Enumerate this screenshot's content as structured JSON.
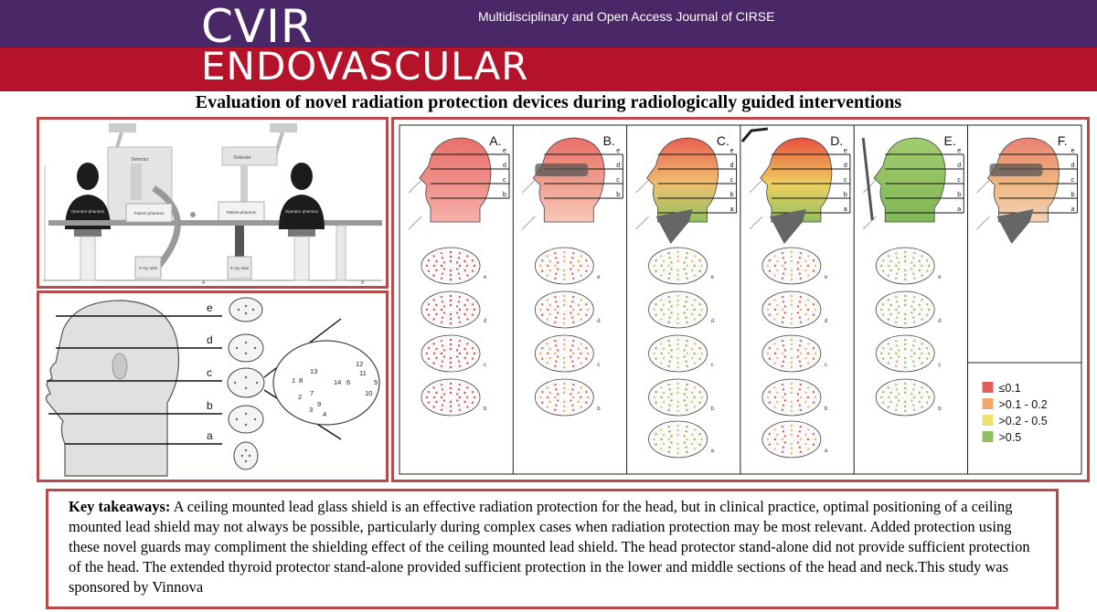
{
  "header": {
    "logo_line1": "CVIR",
    "logo_line2": "ENDOVASCULAR",
    "tagline": "Multidisciplinary and Open Access Journal of CIRSE",
    "colors": {
      "purple": "#4a2868",
      "red": "#b5132a",
      "panel_border": "#b94a4a"
    }
  },
  "title": "Evaluation of novel radiation protection devices during radiologically guided interventions",
  "setup_figure": {
    "left": {
      "detector": "Detector",
      "operator": "Operator phantom",
      "patient": "Patient phantom",
      "tube": "X-ray tube",
      "panel": "A"
    },
    "right": {
      "detector": "Detector",
      "operator": "Operator phantom",
      "patient": "Patient phantom",
      "tube": "X-ray tube",
      "panel": "B"
    }
  },
  "head_diagram": {
    "levels": [
      "e",
      "d",
      "c",
      "b",
      "a"
    ],
    "dosimeter_ids": [
      "1",
      "2",
      "3",
      "4",
      "5",
      "6",
      "7",
      "8",
      "9",
      "10",
      "11",
      "12",
      "13",
      "14"
    ]
  },
  "results_figure": {
    "columns": [
      {
        "label": "A.",
        "levels": [
          "e",
          "d",
          "c",
          "b"
        ],
        "section_labels": [
          "e",
          "d",
          "c",
          "b"
        ]
      },
      {
        "label": "B.",
        "levels": [
          "e",
          "d",
          "c",
          "b"
        ],
        "section_labels": [
          "e",
          "d",
          "c",
          "b"
        ]
      },
      {
        "label": "C.",
        "levels": [
          "e",
          "d",
          "c",
          "b",
          "a"
        ],
        "section_labels": [
          "e",
          "d",
          "c",
          "b",
          "a"
        ]
      },
      {
        "label": "D.",
        "levels": [
          "e",
          "d",
          "c",
          "b",
          "a"
        ],
        "section_labels": [
          "e",
          "d",
          "c",
          "b",
          "a"
        ]
      },
      {
        "label": "E.",
        "levels": [
          "e",
          "d",
          "c",
          "b",
          "a"
        ],
        "section_labels": [
          "e",
          "d",
          "c",
          "b"
        ]
      },
      {
        "label": "F.",
        "levels": [
          "e",
          "d",
          "c",
          "b",
          "a"
        ],
        "section_labels": []
      }
    ],
    "legend": [
      {
        "label": "≤0.1",
        "color": "#e06058"
      },
      {
        "label": ">0.1 - 0.2",
        "color": "#f0a868"
      },
      {
        "label": ">0.2 - 0.5",
        "color": "#f0e070"
      },
      {
        "label": ">0.5",
        "color": "#90c060"
      }
    ]
  },
  "takeaways": {
    "heading": "Key takeaways:",
    "text": " A ceiling mounted lead glass shield is an effective radiation protection for the head, but in clinical practice, optimal positioning of a ceiling mounted lead shield may not always be possible, particularly during complex cases when radiation protection may be most relevant. Added protection using these novel guards may compliment the shielding effect of the ceiling mounted lead shield. The head protector stand-alone did not provide sufficient protection of the head. The extended thyroid protector stand-alone provided sufficient protection in the lower and middle sections of the head and neck.This study was sponsored by Vinnova"
  }
}
